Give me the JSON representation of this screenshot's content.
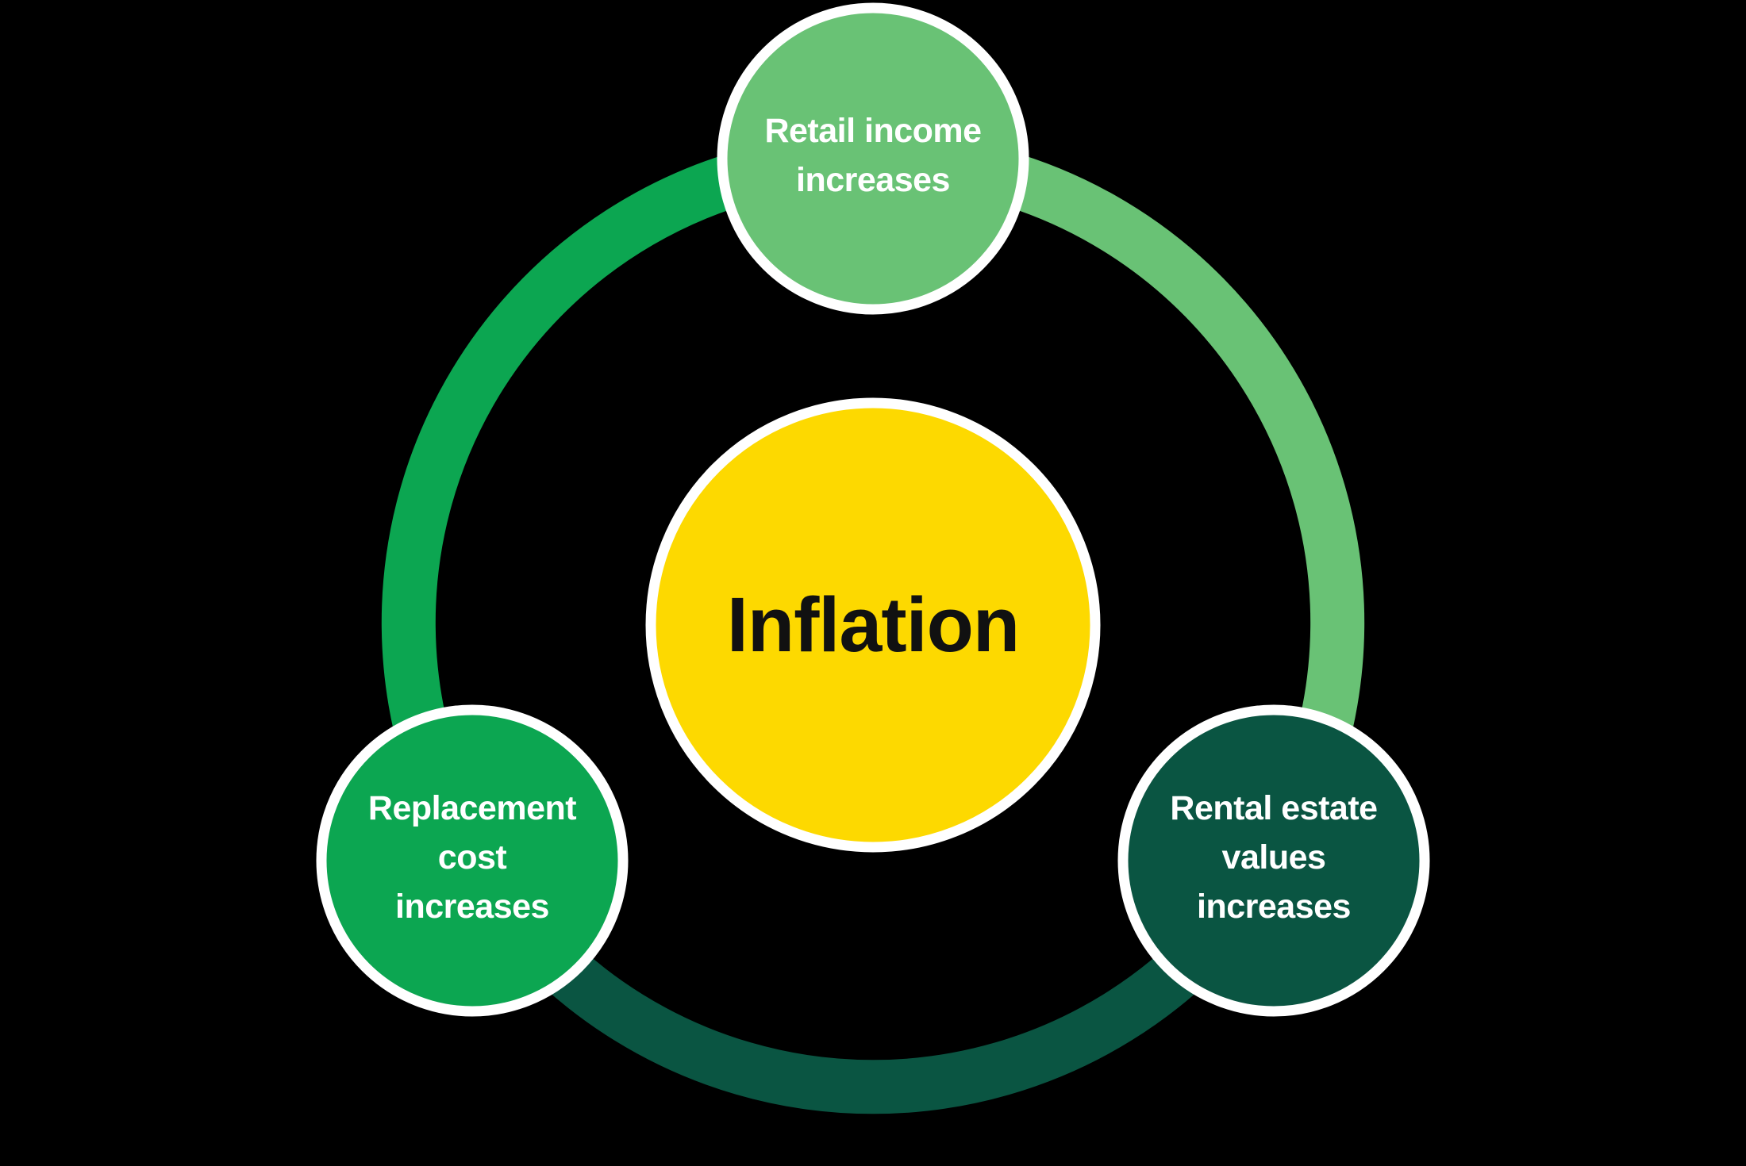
{
  "diagram": {
    "background_color": "#000000",
    "circle_border_color": "#FFFFFF",
    "center": {
      "label": "Inflation",
      "fill": "#FDD900",
      "text_color": "#111111"
    },
    "nodes": [
      {
        "id": "retail-income",
        "lines": [
          "Retail income",
          "increases"
        ],
        "fill": "#69C275",
        "text_color": "#FFFFFF",
        "position": "top"
      },
      {
        "id": "replacement-cost",
        "lines": [
          "Replacement",
          "cost",
          "increases"
        ],
        "fill": "#0CA651",
        "text_color": "#FFFFFF",
        "position": "bottom-left"
      },
      {
        "id": "rental-estate-values",
        "lines": [
          "Rental estate",
          "values",
          "increases"
        ],
        "fill": "#0A5542",
        "text_color": "#FFFFFF",
        "position": "bottom-right"
      }
    ],
    "ring": {
      "segments": [
        {
          "id": "top-to-bottom-right",
          "color": "#69C275"
        },
        {
          "id": "bottom-right-to-bottom-left",
          "color": "#0A5542"
        },
        {
          "id": "bottom-left-to-top",
          "color": "#0CA651"
        }
      ]
    }
  }
}
